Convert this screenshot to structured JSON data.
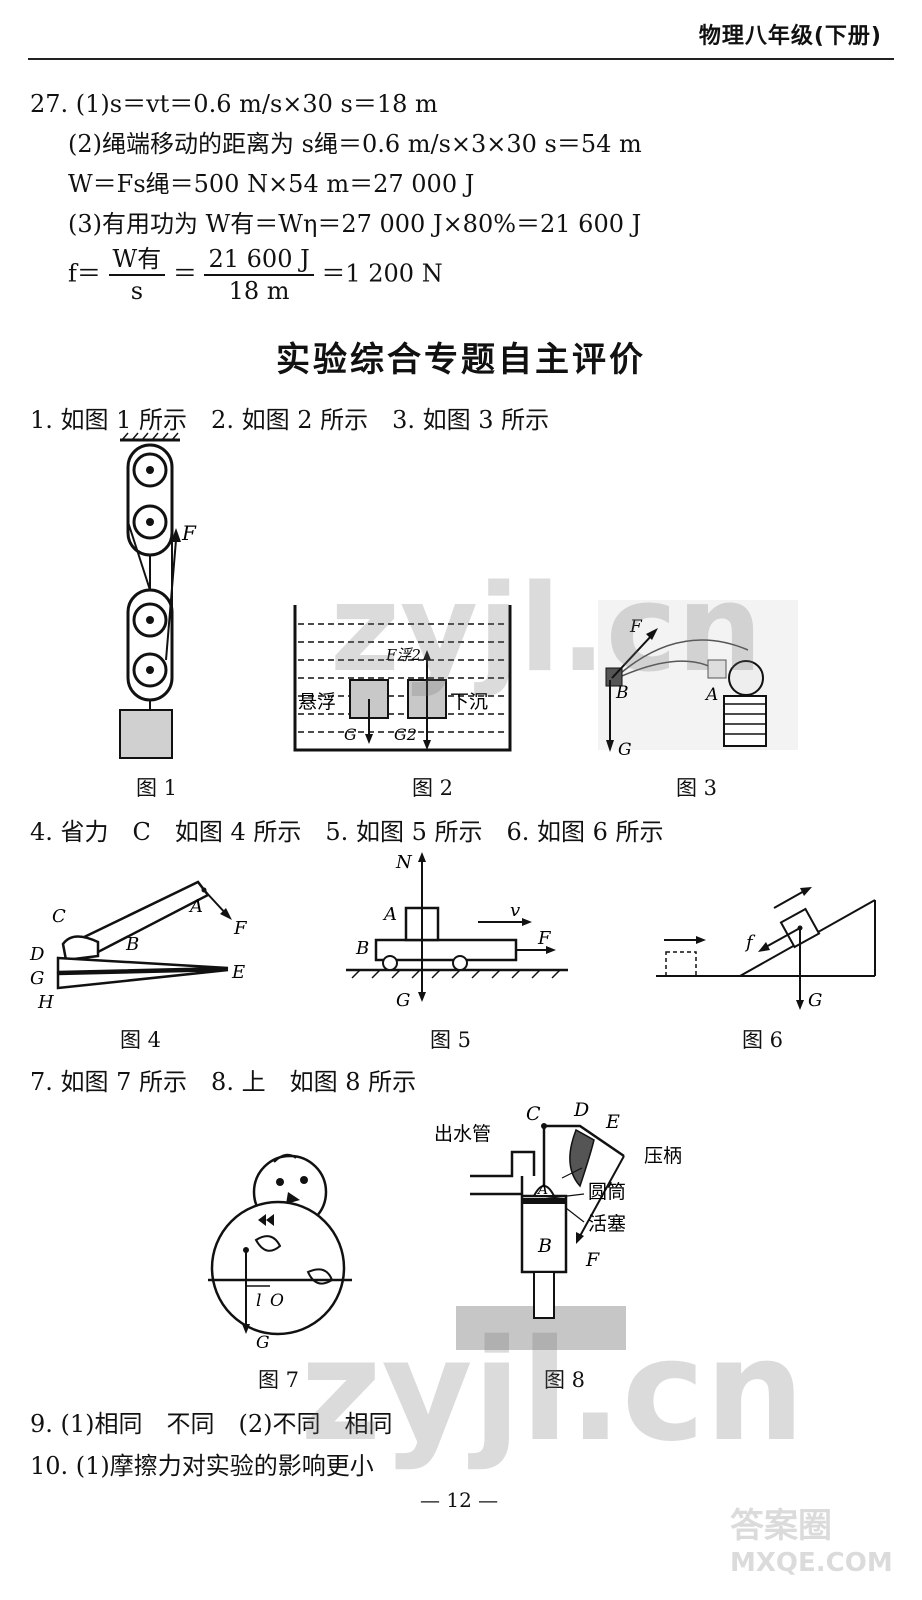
{
  "header": {
    "title": "物理八年级(下册)"
  },
  "q27": {
    "line1": "27. (1)s＝vt＝0.6 m/s×30 s＝18 m",
    "line2": "(2)绳端移动的距离为 s绳＝0.6 m/s×3×30 s＝54 m",
    "line3": "W＝Fs绳＝500 N×54 m＝27 000 J",
    "line4": "(3)有用功为 W有＝Wη＝27 000 J×80%＝21 600 J",
    "f_prefix": "f＝",
    "frac1_top": "W有",
    "frac1_bot": "s",
    "eq": "＝",
    "frac2_top": "21 600 J",
    "frac2_bot": "18 m",
    "result": "＝1 200 N"
  },
  "section_title": "实验综合专题自主评价",
  "answers": {
    "a1_3": "1. 如图 1 所示　2. 如图 2 所示　3. 如图 3 所示",
    "a4_6": "4. 省力　C　如图 4 所示　5. 如图 5 所示　6. 如图 6 所示",
    "a7_8": "7. 如图 7 所示　8. 上　如图 8 所示",
    "a9": "9. (1)相同　不同　(2)不同　相同",
    "a10": "10. (1)摩擦力对实验的影响更小"
  },
  "captions": {
    "fig1": "图 1",
    "fig2": "图 2",
    "fig3": "图 3",
    "fig4": "图 4",
    "fig5": "图 5",
    "fig6": "图 6",
    "fig7": "图 7",
    "fig8": "图 8"
  },
  "figure_labels": {
    "f1_F": "F",
    "f2_float": "悬浮",
    "f2_sink": "下沉",
    "f2_F": "F浮2",
    "f2_G": "G",
    "f2_G2": "G2",
    "f3_F": "F",
    "f3_B": "B",
    "f3_A": "A",
    "f3_G": "G",
    "f4_C": "C",
    "f4_A": "A",
    "f4_F": "F",
    "f4_B": "B",
    "f4_D": "D",
    "f4_G": "G",
    "f4_H": "H",
    "f4_E": "E",
    "f5_N": "N",
    "f5_A": "A",
    "f5_v": "v",
    "f5_F": "F",
    "f5_B": "B",
    "f5_G": "G",
    "f6_f": "f",
    "f6_G": "G",
    "f7_O": "O",
    "f7_l": "l",
    "f7_G": "G",
    "f8_outlet": "出水管",
    "f8_C": "C",
    "f8_D": "D",
    "f8_E": "E",
    "f8_handle": "压柄",
    "f8_cylinder": "圆筒",
    "f8_piston": "活塞",
    "f8_A": "A",
    "f8_B": "B",
    "f8_F": "F"
  },
  "page_number": "— 12 —",
  "watermarks": {
    "wm1": "zyjl.cn",
    "wm2": "zyjl.cn",
    "wm3": "答案圈",
    "wm4": "MXQE.COM"
  }
}
